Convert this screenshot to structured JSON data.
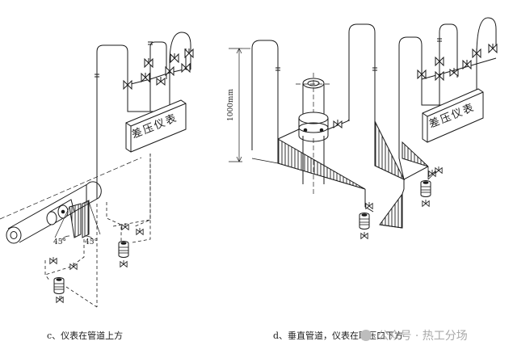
{
  "diagram": {
    "left": {
      "instrument_label": "差压仪表",
      "angle_left": "45°",
      "angle_right": "45°",
      "caption": "c、仪表在管道上方"
    },
    "right": {
      "instrument_label": "差压仪表",
      "dimension_label": "1000mm",
      "caption": "d、垂直管道，仪表在取压口下方"
    }
  },
  "watermark": "公众号 · 热工分场",
  "colors": {
    "line": "#1a1a1a",
    "panel_fill": "#ffffff"
  }
}
